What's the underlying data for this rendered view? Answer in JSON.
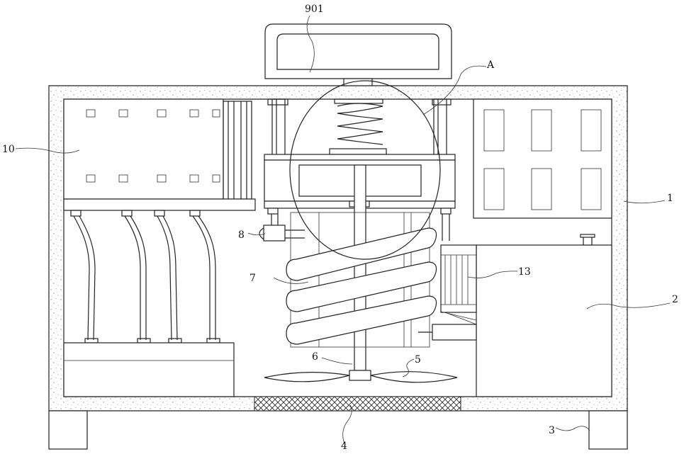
{
  "labels": {
    "handle": "901",
    "detail": "A",
    "housing": "1",
    "tank": "2",
    "foot": "3",
    "mesh": "4",
    "blade": "5",
    "shaft": "6",
    "coil": "7",
    "inlet": "8",
    "cabinet": "10",
    "pump": "13"
  },
  "colors": {
    "stroke": "#222222",
    "background": "#ffffff"
  }
}
